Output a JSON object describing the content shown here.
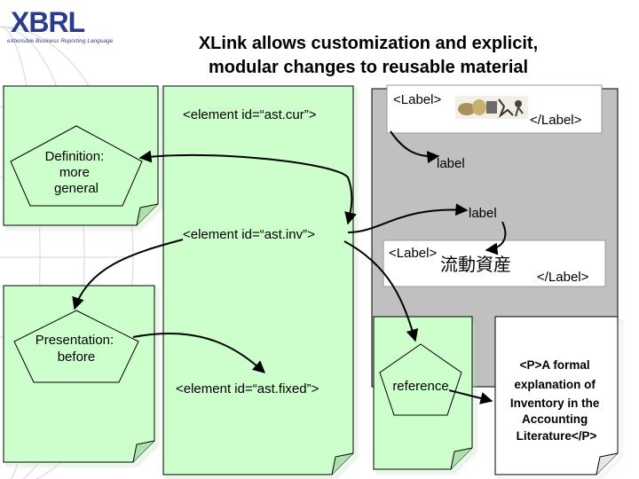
{
  "logo": {
    "main": "XBRL",
    "tagline": "eXtensible Business Reporting Language"
  },
  "title": {
    "line1": "XLink allows customization and explicit,",
    "line2": "modular changes to reusable material"
  },
  "nodes": {
    "definition": "Definition: more general",
    "definition_lines": [
      "Definition:",
      "more",
      "general"
    ],
    "presentation_lines": [
      "Presentation:",
      "before"
    ],
    "reference": "reference",
    "element_cur": "<element id=“ast.cur”>",
    "element_inv": "<element id=“ast.inv”>",
    "element_fixed": "<element id=“ast.fixed”>",
    "label_link_1": "label",
    "label_link_2": "label",
    "label_open_1": "<Label>",
    "label_close_1": "</Label>",
    "label_open_2": "<Label>",
    "label_jp": "流動資産",
    "label_close_2": "</Label>",
    "doc_text": "<P>A formal explanation of Inventory in the Accounting Literature</P>",
    "doc_lines": [
      "<P>A formal",
      "explanation of",
      "Inventory in the",
      "Accounting",
      "Literature</P>"
    ]
  },
  "colors": {
    "page_fill": "#ccffcc",
    "gray_page": "#c0c0c0",
    "arrow": "#000000",
    "logo_blue": "#2b3c8c"
  }
}
